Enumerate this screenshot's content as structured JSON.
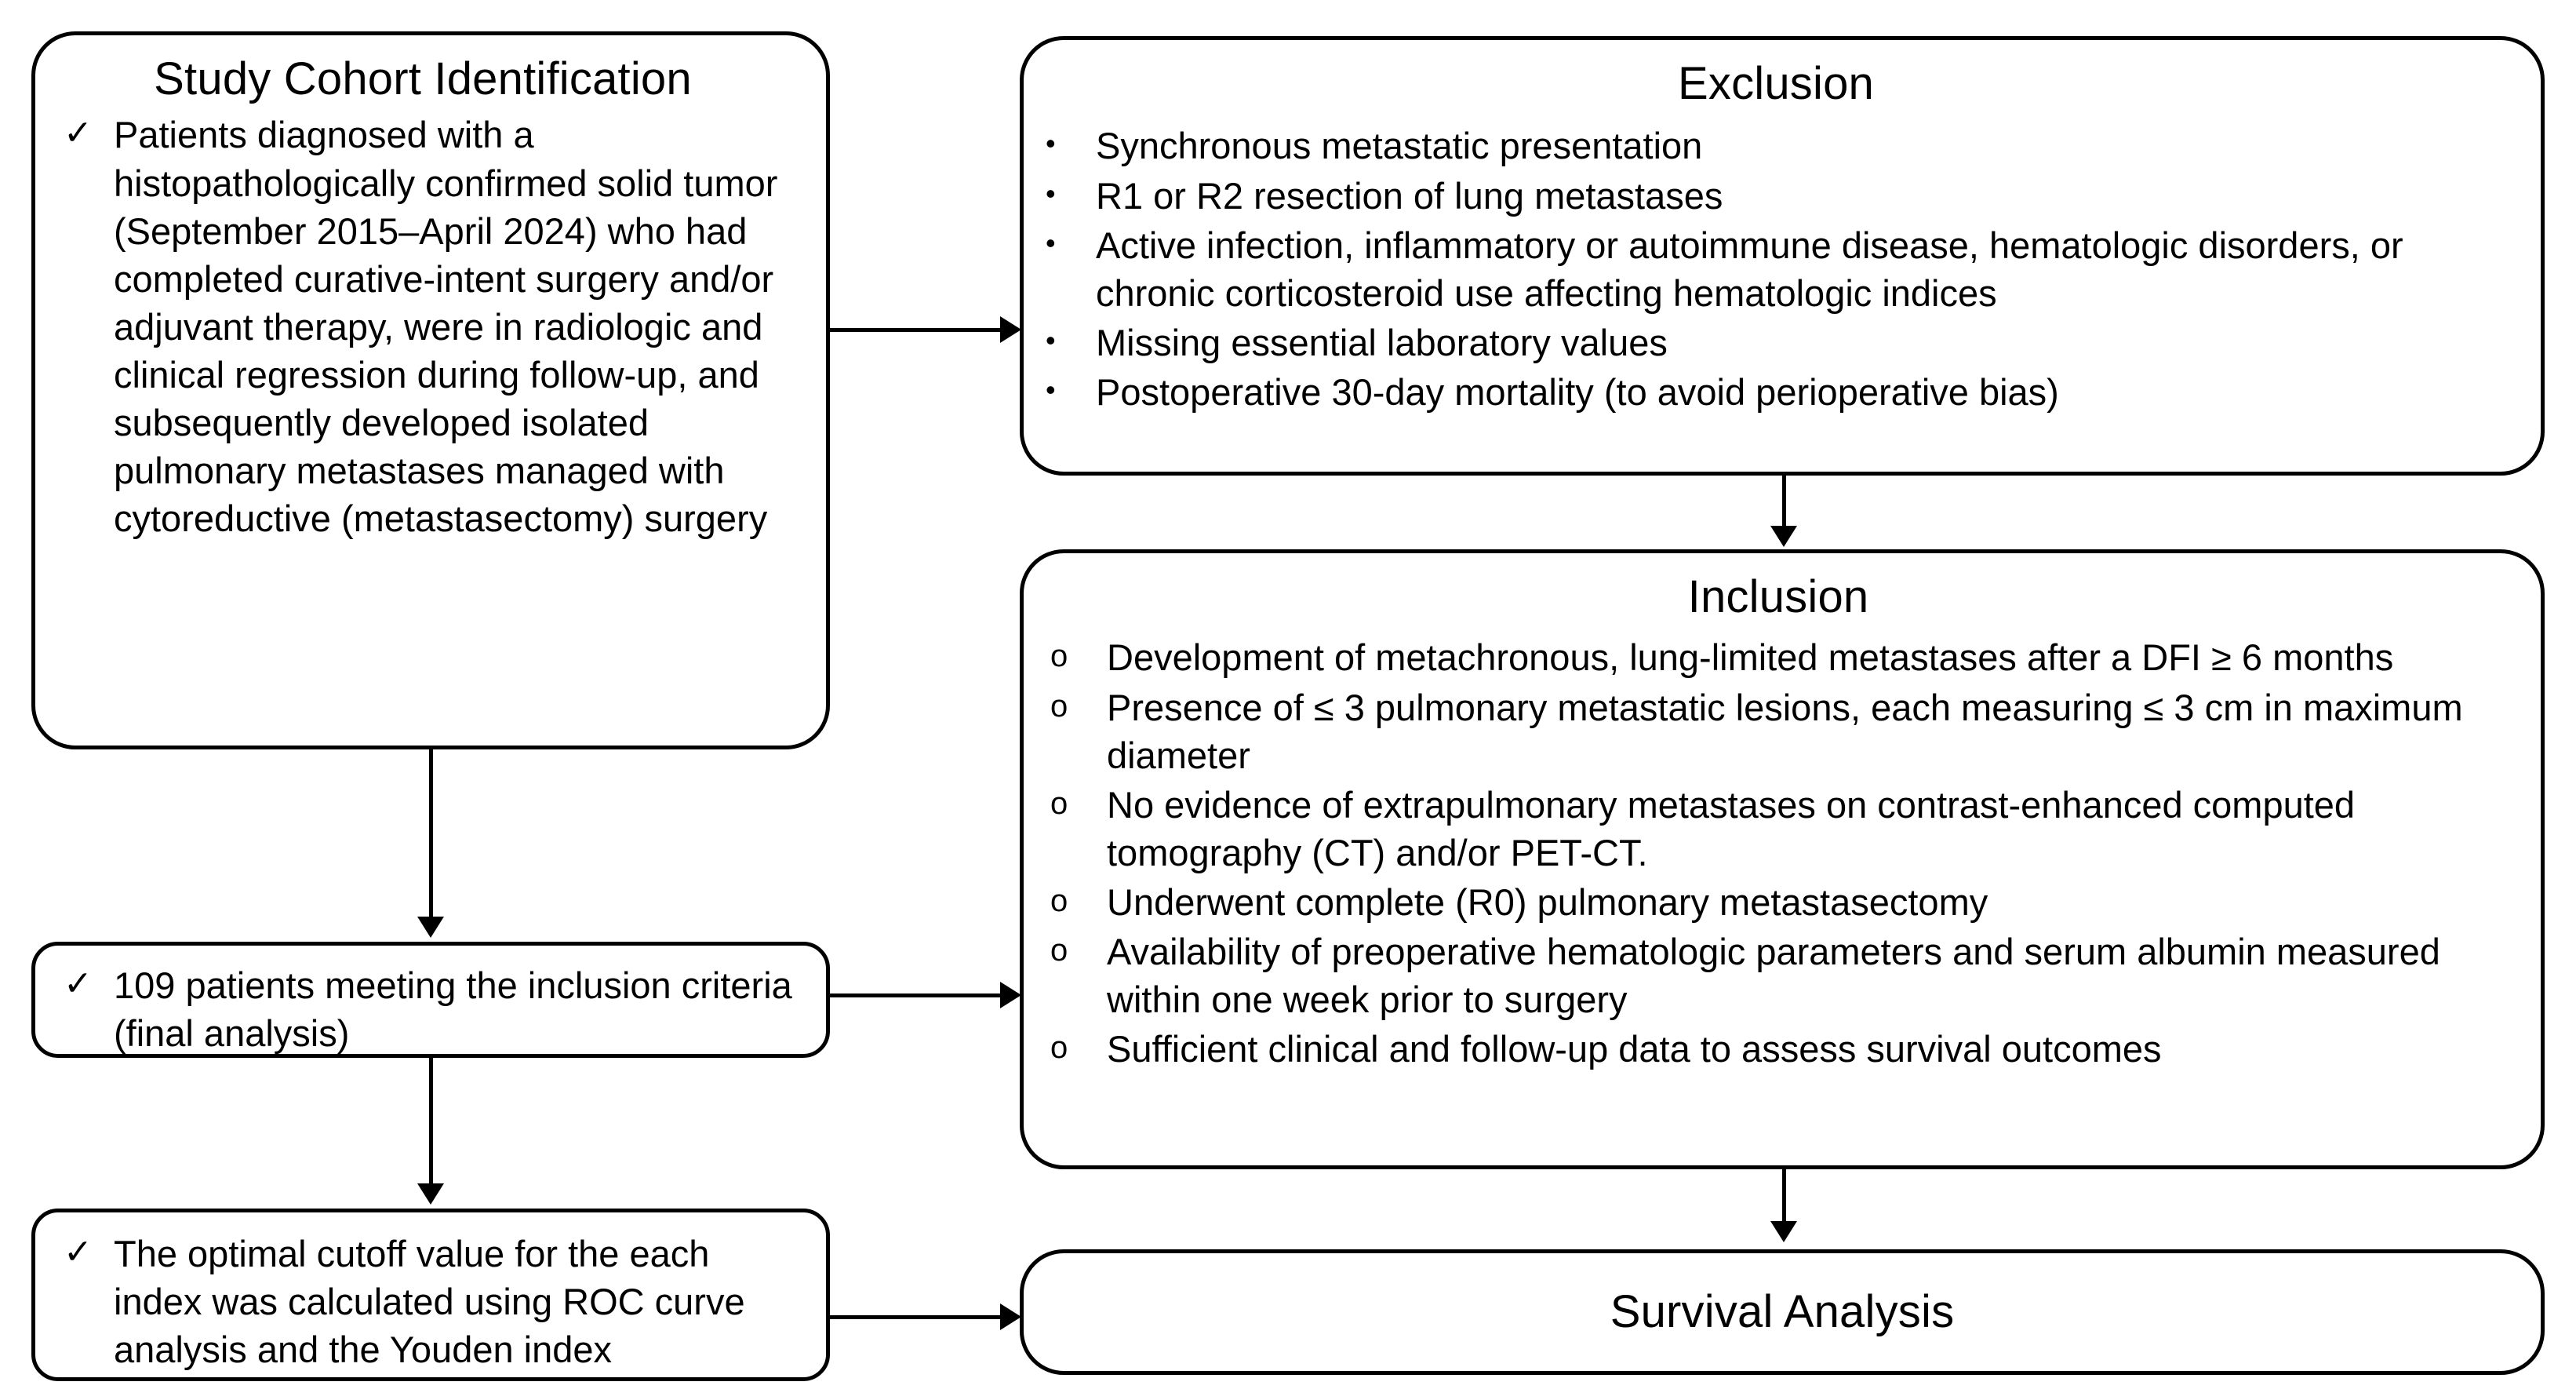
{
  "diagram": {
    "title": "Study Cohort Flow Diagram",
    "stroke_color": "#000000",
    "background_color": "#ffffff"
  },
  "nodes": {
    "study_cohort": {
      "title": "Study Cohort Identification",
      "marker": "✓",
      "items": [
        "Patients diagnosed with a histopathologically confirmed solid tumor (September 2015–April 2024) who had completed curative-intent surgery and/or adjuvant therapy, were in radiologic and clinical regression during follow-up, and subsequently developed isolated pulmonary metastases managed with cytoreductive (metastasectomy) surgery"
      ]
    },
    "final_cohort": {
      "marker": "✓",
      "items": [
        "109 patients meeting the inclusion criteria (final analysis)"
      ]
    },
    "cutoff": {
      "marker": "✓",
      "items": [
        "The optimal cutoff value for the each index was calculated using ROC curve analysis and the Youden index"
      ]
    },
    "exclusion": {
      "title": "Exclusion",
      "marker": "•",
      "items": [
        "Synchronous metastatic presentation",
        "R1 or R2 resection of lung metastases",
        "Active infection, inflammatory or autoimmune disease, hematologic disorders, or chronic corticosteroid use affecting hematologic indices",
        "Missing essential laboratory values",
        "Postoperative 30-day mortality (to avoid perioperative bias)"
      ]
    },
    "inclusion": {
      "title": "Inclusion",
      "marker": "o",
      "items": [
        "Development of metachronous, lung-limited metastases after a DFI ≥ 6 months",
        "Presence of ≤ 3 pulmonary metastatic lesions, each measuring ≤ 3 cm in maximum diameter",
        "No evidence of extrapulmonary metastases on contrast-enhanced computed tomography (CT) and/or PET-CT.",
        "Underwent complete (R0) pulmonary metastasectomy",
        "Availability of preoperative hematologic parameters and serum albumin measured within one week prior to surgery",
        "Sufficient clinical and follow-up data to assess survival outcomes"
      ]
    },
    "survival": {
      "title": "Survival Analysis"
    }
  }
}
